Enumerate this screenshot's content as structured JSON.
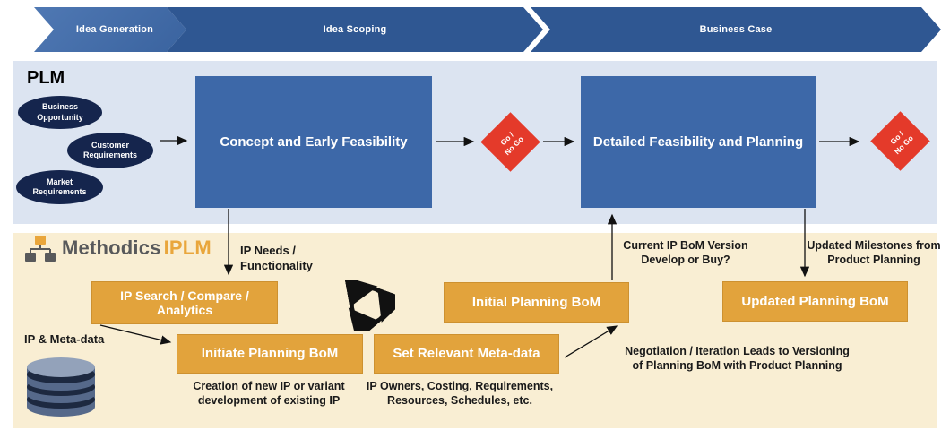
{
  "phases": [
    {
      "label": "Idea Generation"
    },
    {
      "label": "Idea Scoping"
    },
    {
      "label": "Business Case"
    }
  ],
  "plm": {
    "title": "PLM",
    "inputs": [
      {
        "label": "Business\nOpportunity"
      },
      {
        "label": "Customer\nRequirements"
      },
      {
        "label": "Market\nRequirements"
      }
    ],
    "stage1": "Concept and Early Feasibility",
    "stage2": "Detailed Feasibility and Planning",
    "gate1": "Go /\nNo Go",
    "gate2": "Go /\nNo Go"
  },
  "iplm": {
    "brand": "Methodics",
    "product": "IPLM",
    "datastore_label": "IP & Meta-data",
    "boxes": {
      "search": "IP Search / Compare /\nAnalytics",
      "initiate": "Initiate Planning BoM",
      "meta": "Set Relevant Meta-data",
      "initial": "Initial Planning BoM",
      "updated": "Updated Planning BoM"
    },
    "notes": {
      "ip_needs": "IP Needs /\nFunctionality",
      "creation": "Creation of new IP or variant\ndevelopment of existing IP",
      "owners": "IP Owners, Costing, Requirements,\nResources, Schedules, etc.",
      "current": "Current IP BoM Version\nDevelop or Buy?",
      "milestones": "Updated Milestones from\nProduct Planning",
      "negotiation": "Negotiation / Iteration Leads to Versioning\nof Planning BoM with Product Planning"
    }
  },
  "colors": {
    "chevron_light": "#4f78b3",
    "chevron_dark": "#2f5792",
    "plm_band": "#dce4f1",
    "iplm_band": "#f9eed3",
    "stage_blue": "#3d68a8",
    "gate_red": "#e43a2a",
    "ellipse_navy": "#15254d",
    "box_orange": "#e2a33c",
    "logo_gray": "#58595b",
    "logo_gold": "#e9a63c"
  }
}
